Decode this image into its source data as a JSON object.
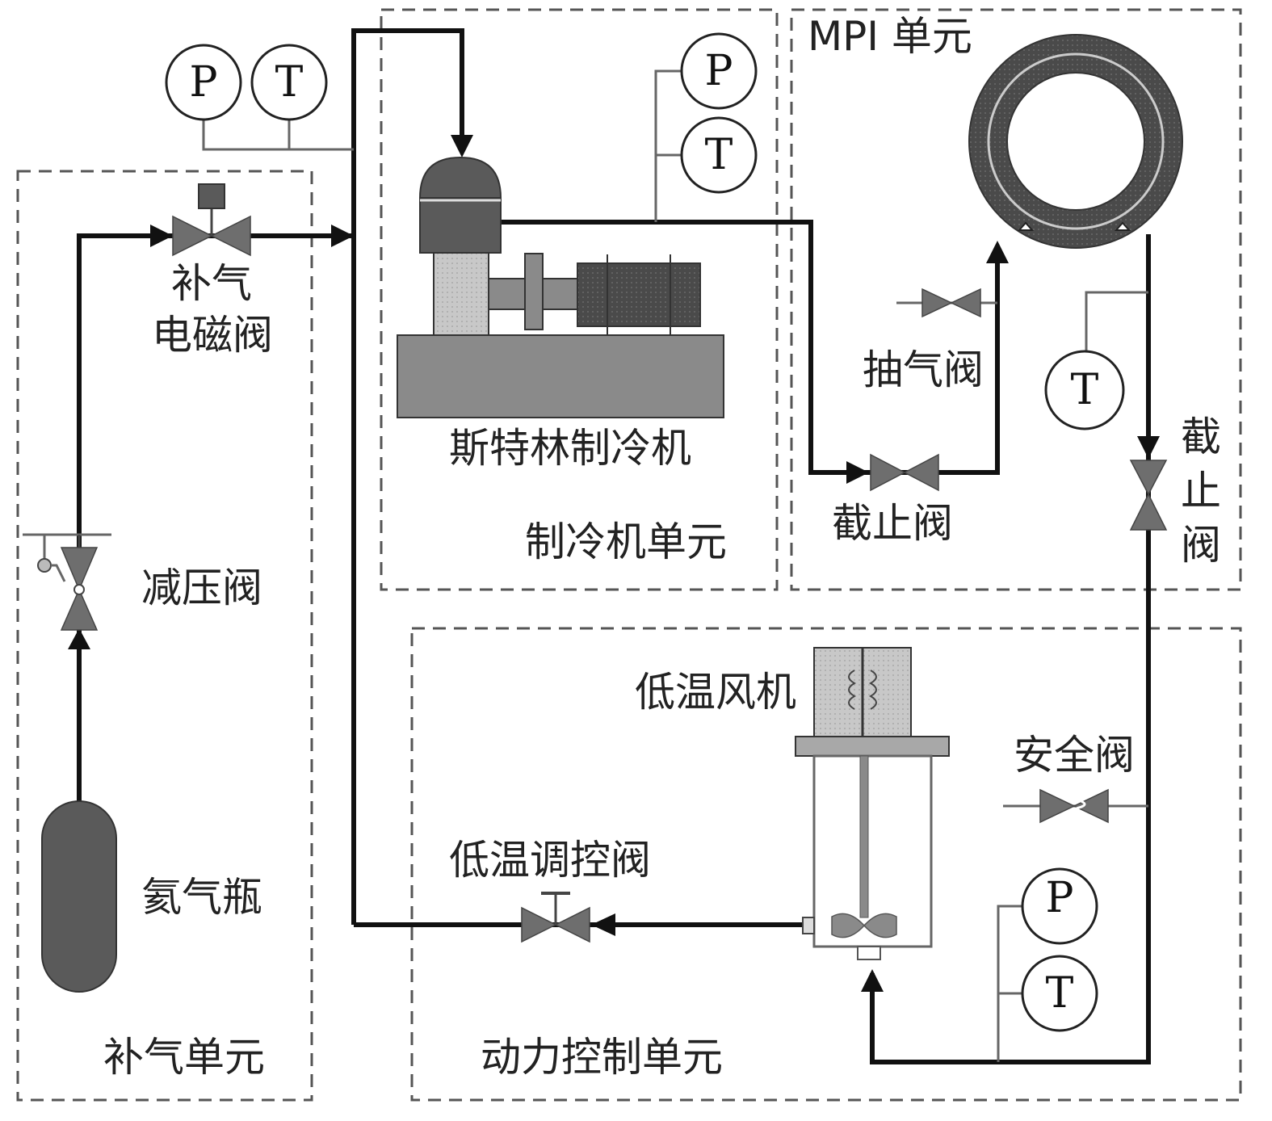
{
  "units": {
    "gas_supply": "补气单元",
    "cooler": "制冷机单元",
    "mpi": "MPI 单元",
    "power_control": "动力控制单元"
  },
  "components": {
    "supply_solenoid_line1": "补气",
    "supply_solenoid_line2": "电磁阀",
    "pressure_reducing_valve": "减压阀",
    "helium_bottle": "氦气瓶",
    "stirling_cooler": "斯特林制冷机",
    "exhaust_valve": "抽气阀",
    "stop_valve_a": "截止阀",
    "stop_valve_b_line1": "截",
    "stop_valve_b_line2": "止",
    "stop_valve_b_line3": "阀",
    "cryo_fan": "低温风机",
    "safety_valve": "安全阀",
    "cryo_control_valve": "低温调控阀"
  },
  "gauges": {
    "pressure": "P",
    "temperature": "T"
  },
  "colors": {
    "pipe": "#111111",
    "equipment_dark": "#5a5a5a",
    "equipment_mid": "#8a8a8a",
    "equipment_light": "#cfcfcf",
    "unit_border": "#555555"
  }
}
